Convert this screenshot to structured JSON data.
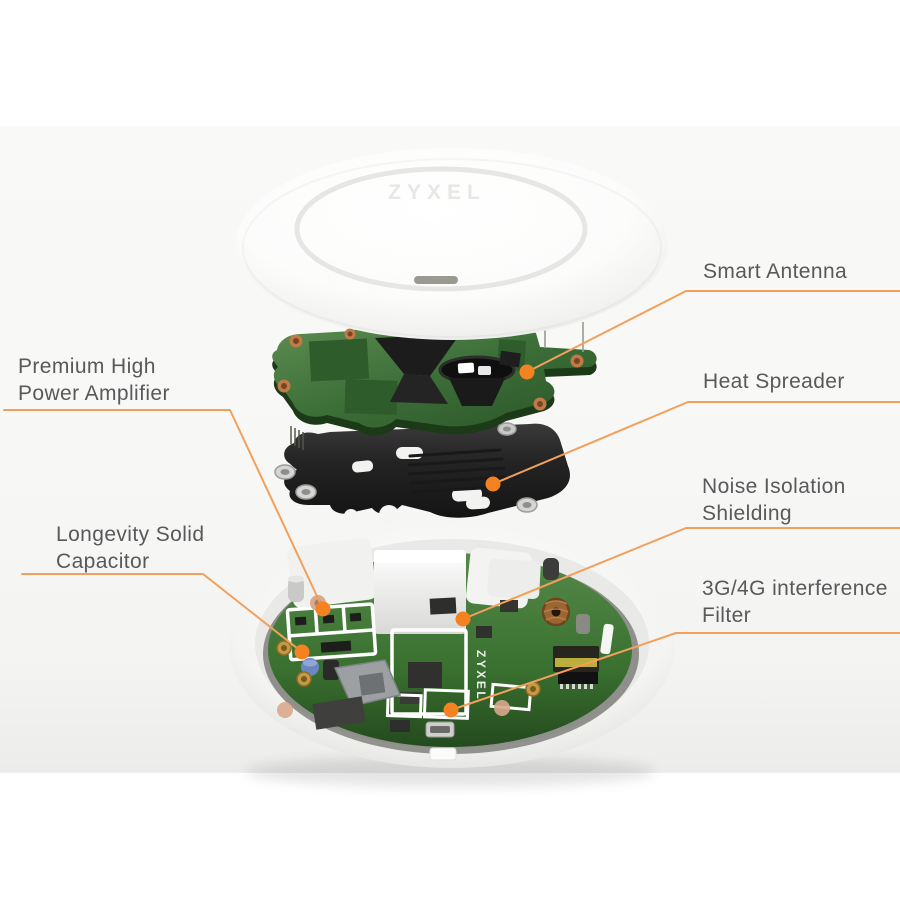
{
  "colors": {
    "backdrop": "#f7f7f5",
    "page_background": "#ffffff",
    "label_text": "#58595b",
    "leader_line": "#f2a05c",
    "marker_dot": "#f58220",
    "pcb_green": "#3c6e38",
    "heat_spreader_black": "#242424",
    "housing_white": "#f4f4f2"
  },
  "device": {
    "brand_top_cover": "ZYXEL",
    "brand_pcb_silkscreen": "ZYXEL"
  },
  "labels": {
    "smart_antenna": {
      "lines": [
        "Smart Antenna"
      ]
    },
    "heat_spreader": {
      "lines": [
        "Heat Spreader"
      ]
    },
    "noise_isolation": {
      "lines": [
        "Noise Isolation",
        "Shielding"
      ]
    },
    "interference_filter": {
      "lines": [
        "3G/4G interference",
        "Filter"
      ]
    },
    "premium_amplifier": {
      "lines": [
        "Premium High",
        "Power Amplifier"
      ]
    },
    "longevity_capacitor": {
      "lines": [
        "Longevity Solid",
        "Capacitor"
      ]
    }
  }
}
